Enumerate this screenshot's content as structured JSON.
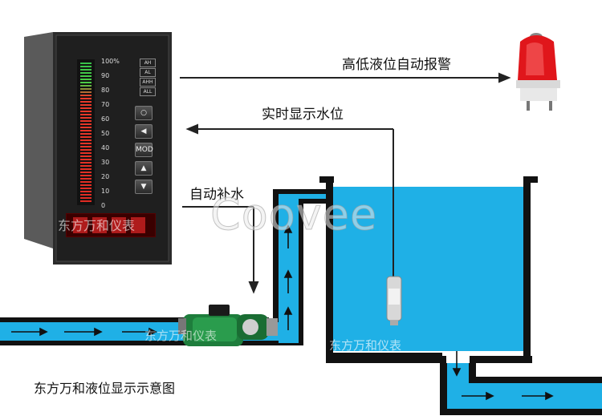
{
  "labels": {
    "alarm": "高低液位自动报警",
    "display": "实时显示水位",
    "refill": "自动补水",
    "caption": "东方万和液位显示示意图"
  },
  "instrument": {
    "scale": [
      "100%",
      "90",
      "80",
      "70",
      "60",
      "50",
      "40",
      "30",
      "20",
      "10",
      "0"
    ],
    "indicators": [
      "AH",
      "AL",
      "AHH",
      "ALL"
    ],
    "keys": [
      "○",
      "◀",
      "MOD",
      "▲",
      "▼"
    ]
  },
  "watermarks": {
    "brand": "东方万和仪表",
    "coovee": "Coovee"
  },
  "colors": {
    "water": "#1fb0e6",
    "wall": "#111111",
    "alarm_light": "#e0161b"
  }
}
